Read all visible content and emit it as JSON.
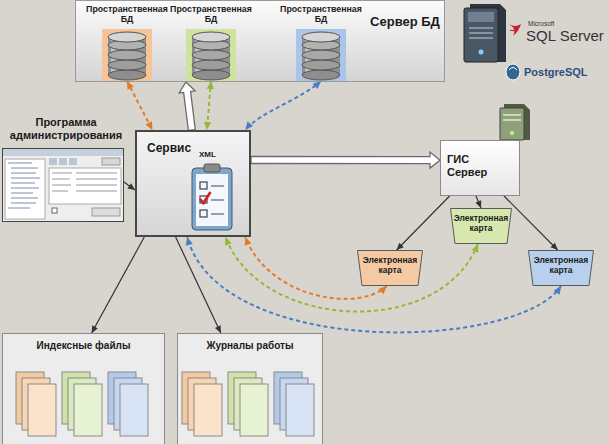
{
  "diagram": {
    "nodes": [
      {
        "text": [
          "Сервер БД"
        ]
      },
      {
        "text": [
          "Пространственная БД"
        ],
        "in": 0
      },
      {
        "text": [
          "Пространственная БД"
        ],
        "in": 0
      },
      {
        "text": [
          "Пространственная БД"
        ],
        "in": 0
      },
      {
        "text": [
          "Программа администрирования"
        ]
      },
      {
        "text": [
          "Сервис",
          "XML"
        ]
      },
      {
        "text": [
          "ГИС Сервер"
        ]
      },
      {
        "text": [
          "Электронная карта"
        ]
      },
      {
        "text": [
          "Электронная карта"
        ]
      },
      {
        "text": [
          "Электронная карта"
        ]
      },
      {
        "text": [
          "Индексные файлы"
        ]
      },
      {
        "text": [
          "Журналы работы"
        ]
      }
    ],
    "edges": [
      {
        "from": 1,
        "to": 5,
        "arrow": "both"
      },
      {
        "from": 2,
        "to": 5,
        "arrow": "both"
      },
      {
        "from": 3,
        "to": 5,
        "arrow": "both"
      },
      {
        "from": 5,
        "to": 0,
        "arrow": "to"
      },
      {
        "from": 4,
        "to": 5,
        "arrow": "to"
      },
      {
        "from": 5,
        "to": 6,
        "arrow": "to"
      },
      {
        "from": 6,
        "to": 7,
        "arrow": "to"
      },
      {
        "from": 6,
        "to": 8,
        "arrow": "to"
      },
      {
        "from": 6,
        "to": 9,
        "arrow": "to"
      },
      {
        "from": 7,
        "to": 5,
        "arrow": "both"
      },
      {
        "from": 8,
        "to": 5,
        "arrow": "both"
      },
      {
        "from": 9,
        "to": 5,
        "arrow": "both"
      },
      {
        "from": 5,
        "to": 10,
        "arrow": "to"
      },
      {
        "from": 5,
        "to": 11,
        "arrow": "to"
      }
    ],
    "labels": [
      "Microsoft",
      "SQL Server",
      "PostgreSQL"
    ]
  }
}
